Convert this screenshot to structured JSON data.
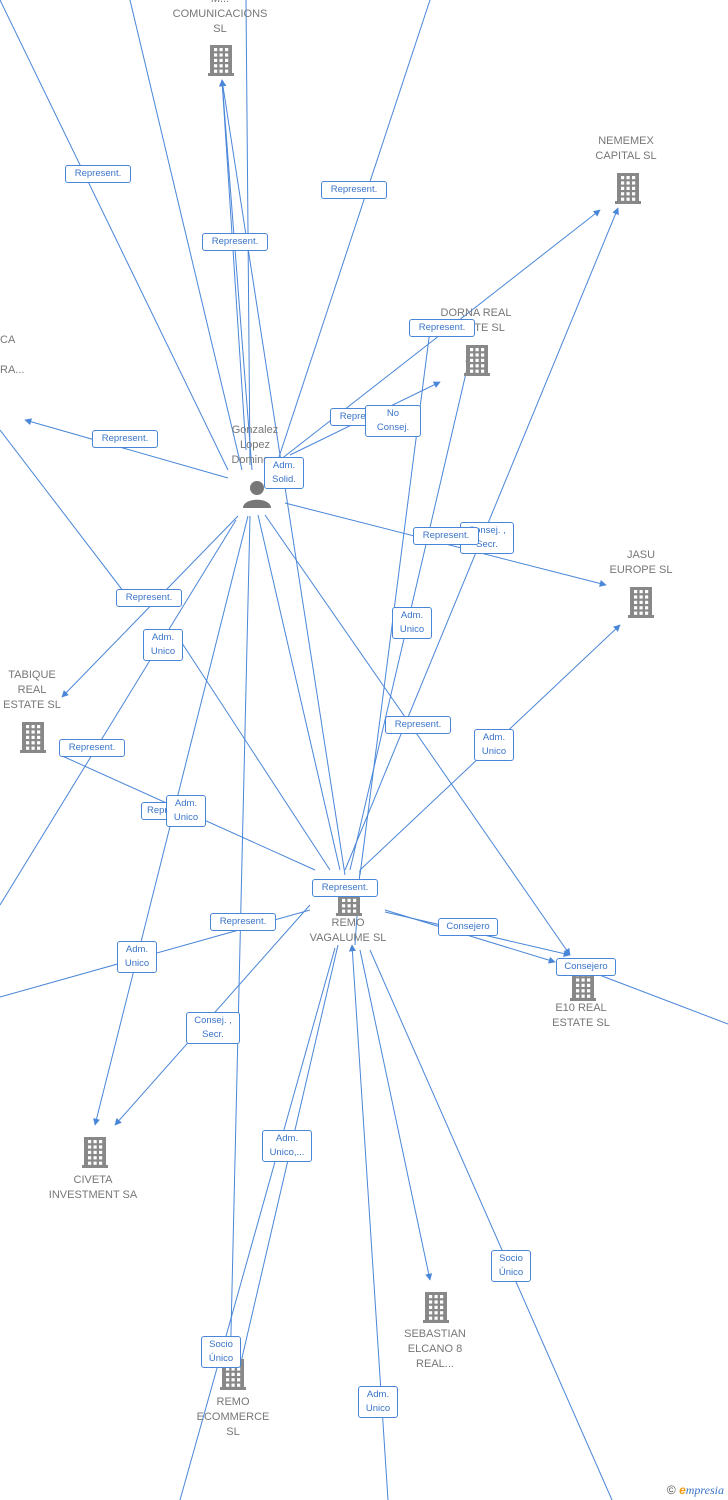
{
  "nodes": {
    "remo_vagalume": {
      "label": "REMO\nVAGALUME SL",
      "kind": "company"
    },
    "gonzalez": {
      "label": "Gonzalez\nLopez\nDoming...",
      "kind": "person"
    },
    "comunicacions": {
      "label": "M...\nCOMUNICACIONS\nSL",
      "kind": "company"
    },
    "nememex": {
      "label": "NEMEMEX\nCAPITAL SL",
      "kind": "company"
    },
    "dorna": {
      "label": "DORNA REAL\nESTATE SL",
      "kind": "company"
    },
    "jasu": {
      "label": "JASU\nEUROPE SL",
      "kind": "company"
    },
    "tabique": {
      "label": "TABIQUE\nREAL\nESTATE SL",
      "kind": "company"
    },
    "e10": {
      "label": "E10 REAL\nESTATE SL",
      "kind": "company"
    },
    "civeta": {
      "label": "CIVETA\nINVESTMENT SA",
      "kind": "company"
    },
    "sebastian": {
      "label": "SEBASTIAN\nELCANO 8\nREAL...",
      "kind": "company"
    },
    "remo_ecommerce": {
      "label": "REMO\nECOMMERCE\nSL",
      "kind": "company"
    },
    "left_partial": {
      "label": "CA\n\nRA...",
      "kind": "company"
    }
  },
  "edges": [
    {
      "label": "Represent."
    },
    {
      "label": "Represent."
    },
    {
      "label": "Represent."
    },
    {
      "label": "Represent."
    },
    {
      "label": "Represent."
    },
    {
      "label": "Adm.\nSolid."
    },
    {
      "label": "No\nConsej."
    },
    {
      "label": "Represent."
    },
    {
      "label": "Consej. ,\nSecr."
    },
    {
      "label": "Represent."
    },
    {
      "label": "Adm.\nUnico"
    },
    {
      "label": "Adm.\nUnico"
    },
    {
      "label": "Represent."
    },
    {
      "label": "Adm.\nUnico"
    },
    {
      "label": "Represent."
    },
    {
      "label": "Repr..."
    },
    {
      "label": "Adm.\nUnico"
    },
    {
      "label": "Represent."
    },
    {
      "label": "Represent."
    },
    {
      "label": "Consejero"
    },
    {
      "label": "Consejero"
    },
    {
      "label": "Adm.\nUnico"
    },
    {
      "label": "Consej. ,\nSecr."
    },
    {
      "label": "Adm.\nUnico,..."
    },
    {
      "label": "Socio\nÚnico"
    },
    {
      "label": "Socio\nÚnico"
    },
    {
      "label": "Adm.\nUnico"
    },
    {
      "label": "Represent."
    }
  ],
  "colors": {
    "edge": "#4a86d8",
    "icon": "#888888",
    "label": "#777777"
  },
  "footer": {
    "copyright": "©",
    "brand_e": "e",
    "brand_rest": "mpresia"
  }
}
